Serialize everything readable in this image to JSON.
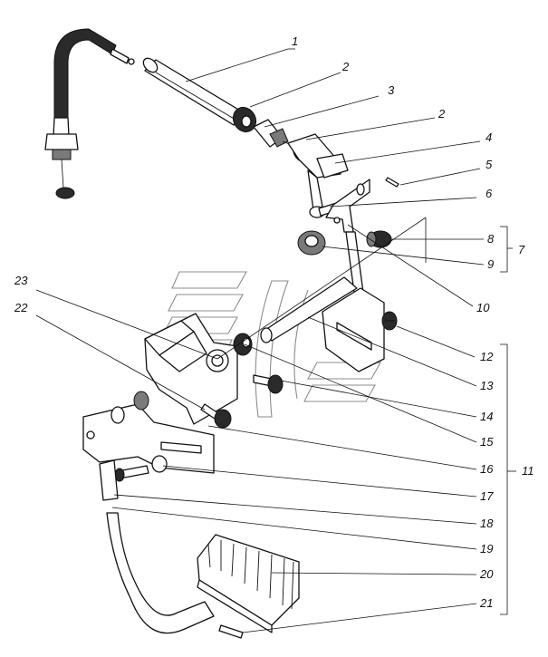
{
  "diagram": {
    "labels": {
      "l1": "1",
      "l2a": "2",
      "l3": "3",
      "l2b": "2",
      "l4": "4",
      "l5": "5",
      "l6": "6",
      "l8": "8",
      "l7": "7",
      "l9": "9",
      "l10": "10",
      "l23": "23",
      "l22": "22",
      "l12": "12",
      "l13": "13",
      "l14": "14",
      "l15": "15",
      "l16": "16",
      "l11": "11",
      "l17": "17",
      "l18": "18",
      "l19": "19",
      "l20": "20",
      "l21": "21"
    },
    "colors": {
      "line": "#111111",
      "fill": "#ffffff",
      "watermark": "#8c8c8c"
    }
  }
}
